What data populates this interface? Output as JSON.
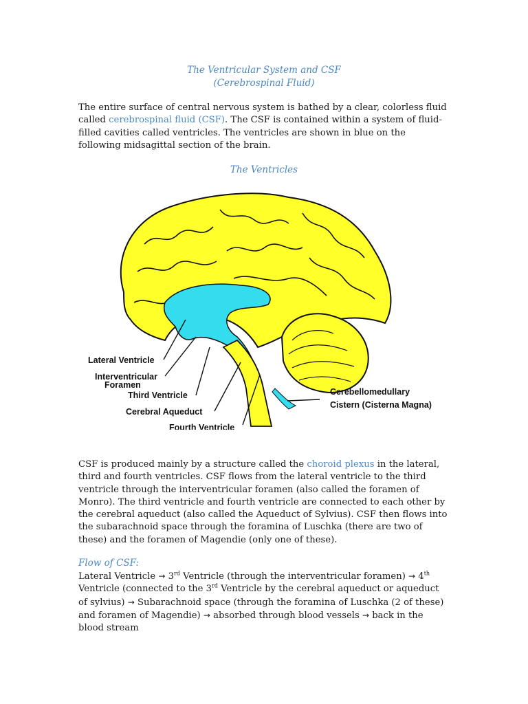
{
  "title": {
    "line1": "The Ventricular System and CSF",
    "line2": "(Cerebrospinal Fluid)"
  },
  "intro": {
    "part1": "The entire surface of central nervous system is bathed by a clear, colorless fluid called ",
    "link": "cerebrospinal fluid (CSF)",
    "part2": ". The CSF is contained within a system of fluid-filled cavities called ventricles. The ventricles are shown in blue on the following midsagittal section of the brain."
  },
  "figure": {
    "heading": "The Ventricles",
    "labels": {
      "lateral_ventricle": "Lateral Ventricle",
      "interventricular_1": "Interventricular",
      "interventricular_2": "Foramen",
      "third_ventricle": "Third Ventricle",
      "cerebral_aqueduct": "Cerebral Aqueduct",
      "fourth_ventricle": "Fourth Ventricle",
      "cisterna_1": "Cerebellomedullary",
      "cisterna_2": "Cistern (Cisterna Magna)"
    },
    "colors": {
      "brain": "#ffff2a",
      "ventricles": "#33ddee",
      "outline": "#111111"
    }
  },
  "body": {
    "part1": "CSF is produced mainly by a structure called the ",
    "link": "choroid plexus",
    "part2": " in the lateral, third and fourth ventricles. CSF flows from the lateral ventricle to the third ventricle through the interventricular foramen (also called the foramen of Monro). The third ventricle and fourth ventricle are connected to each other by the cerebral aqueduct (also called the Aqueduct of Sylvius). CSF then flows into the subarachnoid space through the foramina of Luschka (there are two of these) and the foramen of Magendie (only one of these)."
  },
  "flow": {
    "heading": "Flow of CSF:",
    "s1": "Lateral Ventricle ",
    "arrow": "→",
    "s2a": " 3",
    "sup_rd": "rd",
    "s2b": " Ventricle (through the interventricular foramen) ",
    "s3a": " 4",
    "sup_th": "th",
    "s3b": " Ventricle (connected to the 3",
    "s3c": " Ventricle by the cerebral aqueduct or aqueduct of sylvius) ",
    "s4": " Subarachnoid space (through the foramina of Luschka (2 of these) and foramen of Magendie)  ",
    "s5": " absorbed through blood vessels ",
    "s6": " back in the blood stream"
  }
}
